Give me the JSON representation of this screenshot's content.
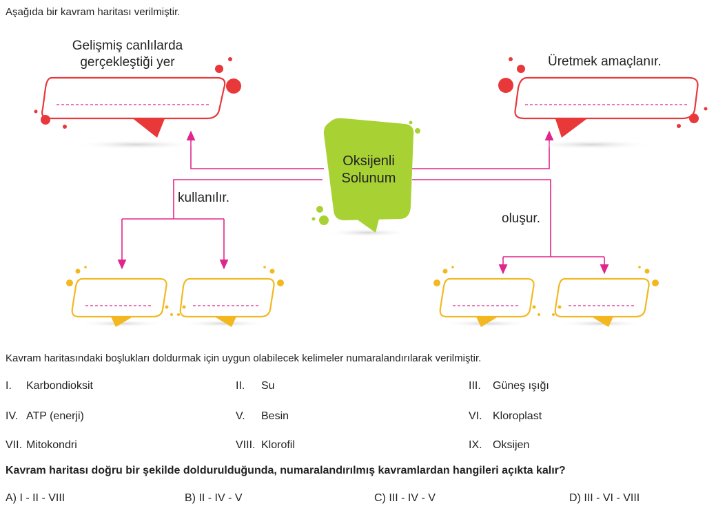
{
  "intro": "Aşağıda bir kavram haritası verilmiştir.",
  "map": {
    "center": {
      "line1": "Oksijenli",
      "line2": "Solunum"
    },
    "top_left_label": {
      "line1": "Gelişmiş canlılarda",
      "line2": "gerçekleştiği yer"
    },
    "top_right_label": "Üretmek amaçlanır.",
    "left_branch_label": "kullanılır.",
    "right_branch_label": "oluşur.",
    "colors": {
      "red": "#e8383a",
      "yellow": "#f3b820",
      "green": "#a8d234",
      "arrow": "#e0258c"
    }
  },
  "instruction": "Kavram haritasındaki boşlukları doldurmak için uygun olabilecek kelimeler numaralandırılarak verilmiştir.",
  "options": [
    {
      "num": "I.",
      "text": "Karbondioksit"
    },
    {
      "num": "II.",
      "text": "Su"
    },
    {
      "num": "III.",
      "text": "Güneş ışığı"
    },
    {
      "num": "IV.",
      "text": "ATP (enerji)"
    },
    {
      "num": "V.",
      "text": "Besin"
    },
    {
      "num": "VI.",
      "text": "Kloroplast"
    },
    {
      "num": "VII.",
      "text": "Mitokondri"
    },
    {
      "num": "VIII.",
      "text": "Klorofil"
    },
    {
      "num": "IX.",
      "text": "Oksijen"
    }
  ],
  "question": "Kavram haritası doğru bir şekilde doldurulduğunda, numaralandırılmış kavramlardan hangileri açıkta kalır?",
  "answers": [
    {
      "label": "A) I - II - VIII"
    },
    {
      "label": "B) II - IV - V"
    },
    {
      "label": "C) III - IV - V"
    },
    {
      "label": "D) III - VI - VIII"
    }
  ]
}
